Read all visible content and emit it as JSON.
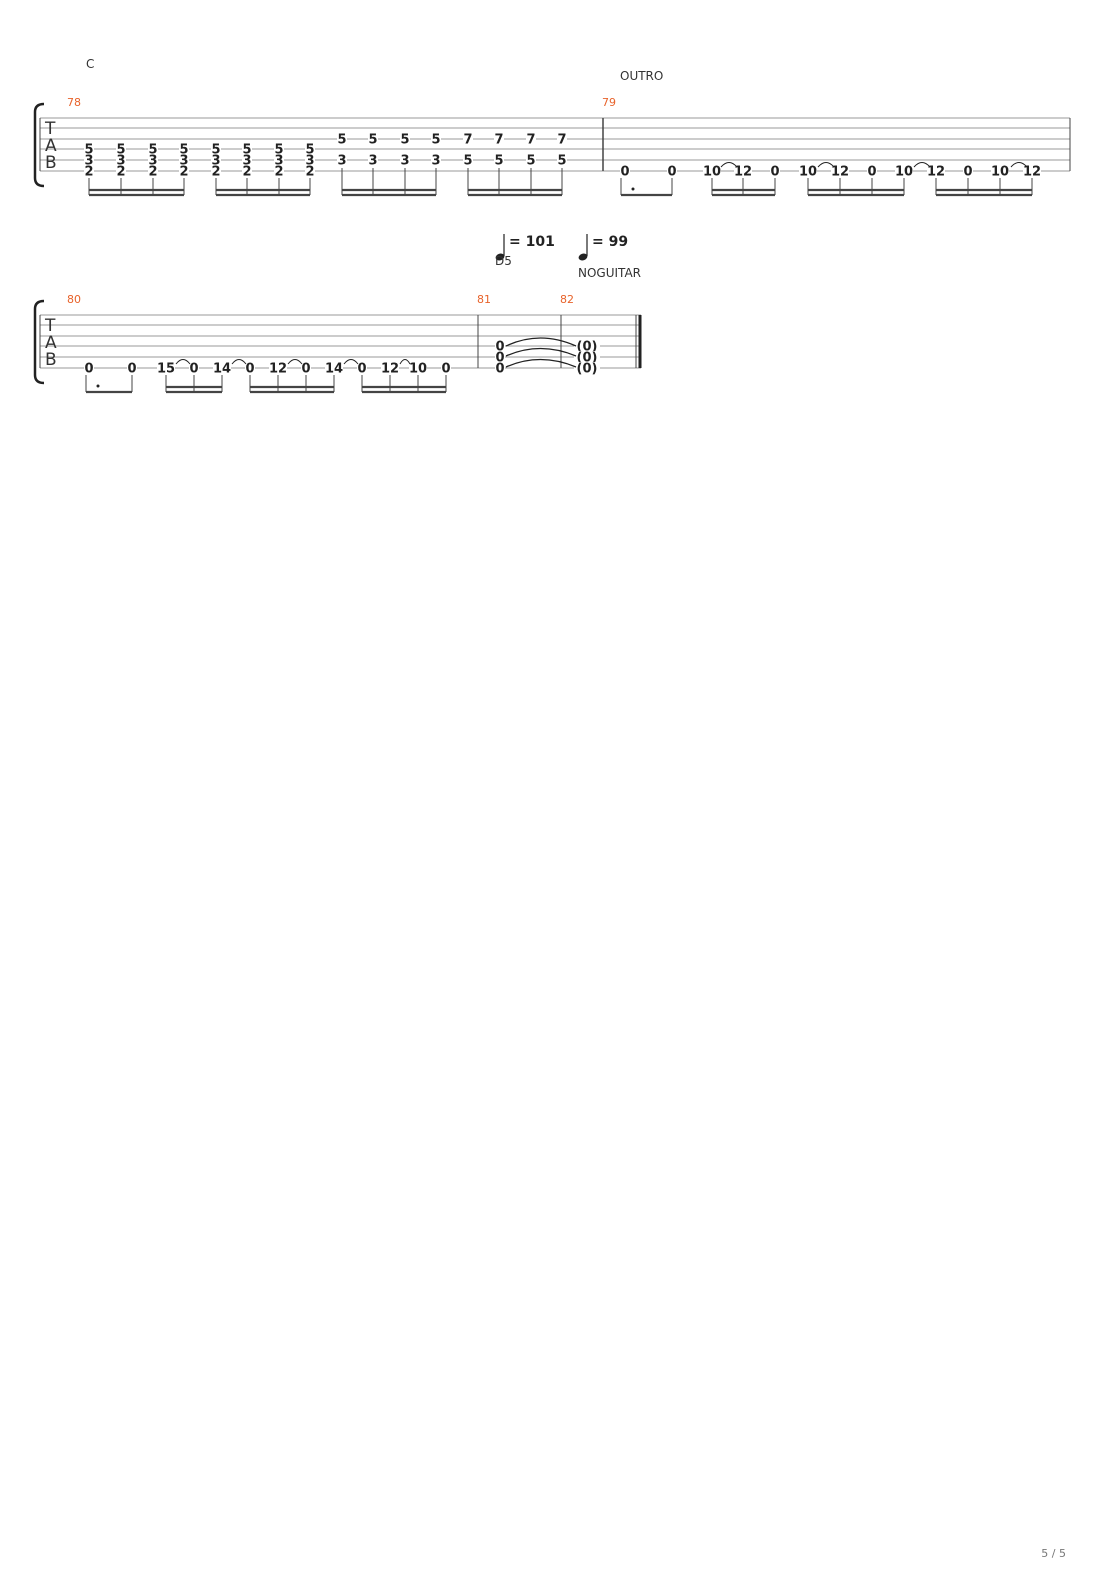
{
  "page": {
    "number": "5 / 5"
  },
  "system1": {
    "chord": "C",
    "section": "OUTRO",
    "measures": [
      {
        "number": "78",
        "beats": [
          {
            "strings": {
              "3": "5",
              "4": "3",
              "5": "2"
            }
          },
          {
            "strings": {
              "3": "5",
              "4": "3",
              "5": "2"
            }
          },
          {
            "strings": {
              "3": "5",
              "4": "3",
              "5": "2"
            }
          },
          {
            "strings": {
              "3": "5",
              "4": "3",
              "5": "2"
            }
          },
          {
            "strings": {
              "3": "5",
              "4": "3",
              "5": "2"
            }
          },
          {
            "strings": {
              "3": "5",
              "4": "3",
              "5": "2"
            }
          },
          {
            "strings": {
              "3": "5",
              "4": "3",
              "5": "2"
            }
          },
          {
            "strings": {
              "3": "5",
              "4": "3",
              "5": "2"
            }
          },
          {
            "strings": {
              "2": "5",
              "4": "3"
            }
          },
          {
            "strings": {
              "2": "5",
              "4": "3"
            }
          },
          {
            "strings": {
              "2": "5",
              "4": "3"
            }
          },
          {
            "strings": {
              "2": "5",
              "4": "3"
            }
          },
          {
            "strings": {
              "2": "7",
              "4": "5"
            }
          },
          {
            "strings": {
              "2": "7",
              "4": "5"
            }
          },
          {
            "strings": {
              "2": "7",
              "4": "5"
            }
          },
          {
            "strings": {
              "2": "7",
              "4": "5"
            }
          }
        ]
      },
      {
        "number": "79",
        "beats": [
          {
            "strings": {
              "5": "0"
            }
          },
          {
            "strings": {
              "5": "0"
            }
          },
          {
            "strings": {
              "5": "10"
            }
          },
          {
            "strings": {
              "5": "12"
            }
          },
          {
            "strings": {
              "5": "0"
            }
          },
          {
            "strings": {
              "5": "10"
            }
          },
          {
            "strings": {
              "5": "12"
            }
          },
          {
            "strings": {
              "5": "0"
            }
          },
          {
            "strings": {
              "5": "10"
            }
          },
          {
            "strings": {
              "5": "12"
            }
          },
          {
            "strings": {
              "5": "0"
            }
          },
          {
            "strings": {
              "5": "10"
            }
          },
          {
            "strings": {
              "5": "12"
            }
          }
        ]
      }
    ]
  },
  "system2": {
    "tempo1": "= 101",
    "tempo2": "= 99",
    "chord": "D5",
    "label": "NOGUITAR",
    "measures": [
      {
        "number": "80",
        "beats": [
          {
            "strings": {
              "5": "0"
            }
          },
          {
            "strings": {
              "5": "0"
            }
          },
          {
            "strings": {
              "5": "15"
            }
          },
          {
            "strings": {
              "5": "0"
            }
          },
          {
            "strings": {
              "5": "14"
            }
          },
          {
            "strings": {
              "5": "0"
            }
          },
          {
            "strings": {
              "5": "12"
            }
          },
          {
            "strings": {
              "5": "0"
            }
          },
          {
            "strings": {
              "5": "14"
            }
          },
          {
            "strings": {
              "5": "0"
            }
          },
          {
            "strings": {
              "5": "12"
            }
          },
          {
            "strings": {
              "5": "10"
            }
          },
          {
            "strings": {
              "5": "0"
            }
          }
        ]
      },
      {
        "number": "81",
        "beats": [
          {
            "strings": {
              "3": "0",
              "4": "0",
              "5": "0"
            }
          }
        ]
      },
      {
        "number": "82",
        "beats": [
          {
            "strings": {
              "3": "(0)",
              "4": "(0)",
              "5": "(0)"
            }
          }
        ]
      }
    ]
  },
  "tab_letters": [
    "T",
    "A",
    "B"
  ]
}
